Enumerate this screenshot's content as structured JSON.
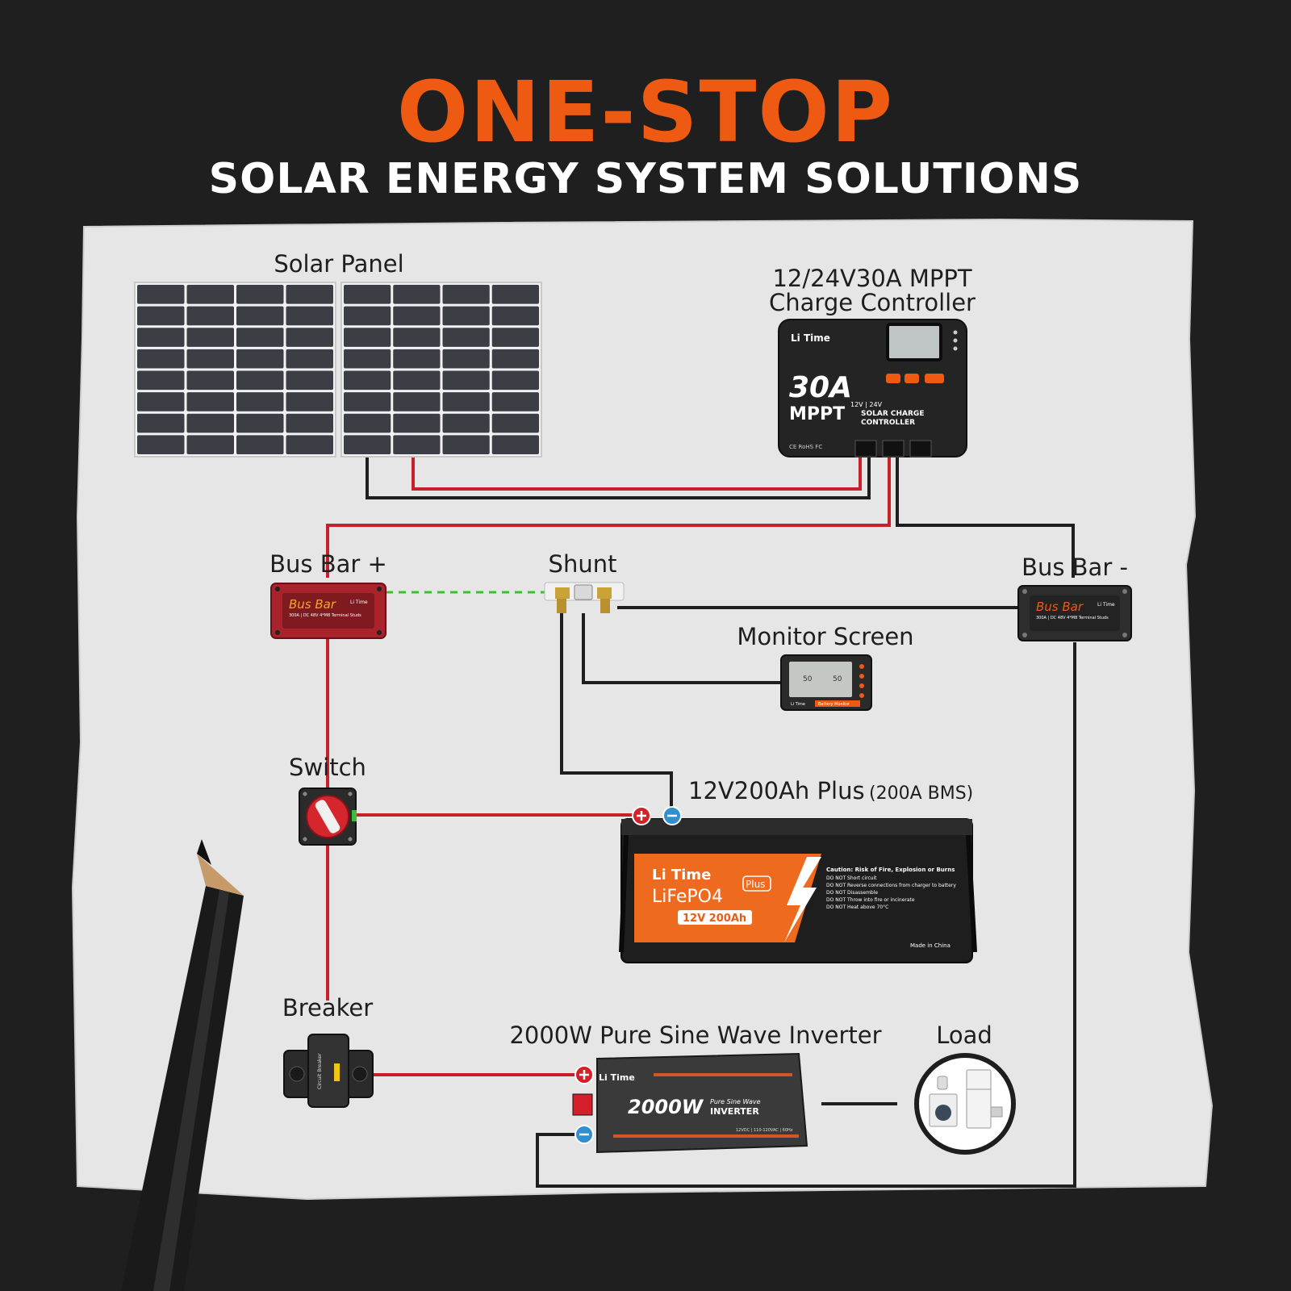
{
  "header": {
    "title": "ONE-STOP",
    "subtitle": "SOLAR ENERGY SYSTEM SOLUTIONS"
  },
  "colors": {
    "background": "#1f1f1f",
    "accent": "#ee5a12",
    "paper": "#e6e6e6",
    "wire_positive": "#c8202a",
    "wire_negative": "#1e1e1e",
    "wire_signal": "#3bbf3b"
  },
  "labels": {
    "solar_panel": "Solar Panel",
    "controller_line1": "12/24V30A MPPT",
    "controller_line2": "Charge Controller",
    "bus_bar_pos": "Bus Bar +",
    "shunt": "Shunt",
    "bus_bar_neg": "Bus Bar -",
    "monitor": "Monitor Screen",
    "switch": "Switch",
    "battery_main": "12V200Ah Plus",
    "battery_bms": "(200A BMS)",
    "breaker": "Breaker",
    "inverter": "2000W Pure Sine Wave Inverter",
    "load": "Load"
  },
  "devices": {
    "brand": "Li Time",
    "controller": {
      "big": "30A",
      "mppt": "MPPT",
      "voltage": "12V | 24V",
      "type_line1": "SOLAR CHARGE",
      "type_line2": "CONTROLLER",
      "certs": "CE RoHS FC"
    },
    "bus_bar": {
      "name": "Bus Bar",
      "spec": "300A | DC 48V   4*M8 Terminal Studs"
    },
    "monitor": {
      "left_value": "50",
      "right_value": "50",
      "caption": "Battery Monitor"
    },
    "battery": {
      "chem": "LiFePO4",
      "badge": "Plus",
      "rating": "12V  200Ah",
      "caution_title": "Caution: Risk of Fire, Explosion or Burns",
      "cautions": [
        "DO NOT Short circuit",
        "DO NOT Reverse connections from charger to battery",
        "DO NOT Disassemble",
        "DO NOT Throw into fire or incinerate",
        "DO NOT Heat above 70°C"
      ],
      "made_in": "Made in China"
    },
    "inverter": {
      "power": "2000W",
      "type_line1": "Pure Sine Wave",
      "type_line2": "INVERTER",
      "spec": "12VDC | 110-120VAC | 60Hz"
    },
    "breaker": {
      "text": "Circuit Breaker"
    }
  }
}
